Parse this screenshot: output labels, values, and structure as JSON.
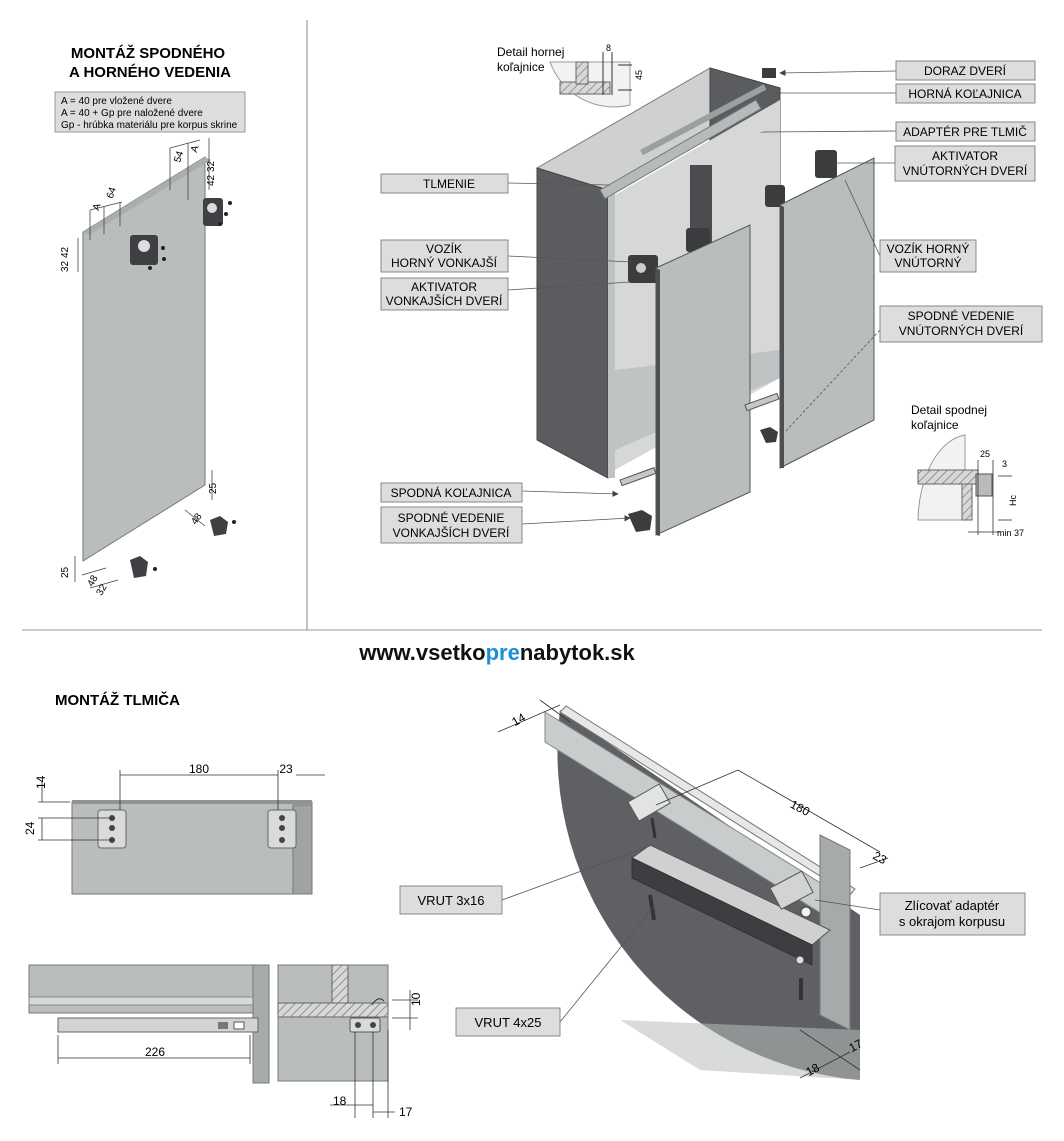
{
  "top_left": {
    "title_line1": "MONTÁŽ SPODNÉHO",
    "title_line2": "A HORNÉHO VEDENIA",
    "legend": [
      "A = 40 pre vložené dvere",
      "A = 40 + Gp pre naložené dvere",
      "Gp - hrúbka materiálu pre korpus skrine"
    ],
    "dims": {
      "d54a": "54",
      "dA1": "A",
      "d32a": "32",
      "d42a": "42",
      "dA2": "A",
      "d64": "64",
      "d42b": "42",
      "d32b": "32",
      "d25a": "25",
      "d48a": "48",
      "d25b": "25",
      "d48b": "48",
      "d32c": "32"
    }
  },
  "top_right": {
    "detail_top": [
      "Detail hornej",
      "koľajnice"
    ],
    "detail_top_dims": {
      "d8": "8",
      "d45": "45"
    },
    "detail_bottom": [
      "Detail spodnej",
      "koľajnice"
    ],
    "detail_bottom_dims": {
      "d25": "25",
      "d3": "3",
      "dHc": "Hc",
      "dmin37": "min 37"
    },
    "labels": {
      "doraz": "DORAZ DVERÍ",
      "horna": "HORNÁ KOĽAJNICA",
      "adapter": "ADAPTÉR PRE TLMIČ",
      "aktivator_vnut": [
        "AKTIVATOR",
        "VNÚTORNÝCH DVERÍ"
      ],
      "tlmenie": "TLMENIE",
      "vozik_vonk": [
        "VOZÍK",
        "HORNÝ VONKAJŠÍ"
      ],
      "aktivator_vonk": [
        "AKTIVATOR",
        "VONKAJŠÍCH DVERÍ"
      ],
      "vozik_vnut": [
        "VOZÍK HORNÝ",
        "VNÚTORNÝ"
      ],
      "spodne_vnut": [
        "SPODNÉ VEDENIE",
        "VNÚTORNÝCH DVERÍ"
      ],
      "spodna": "SPODNÁ KOĽAJNICA",
      "spodne_vonk": [
        "SPODNÉ VEDENIE",
        "VONKAJŠÍCH DVERÍ"
      ]
    }
  },
  "website": {
    "part1": "www.vsetko",
    "part2": "pre",
    "part3": "nabytok.sk"
  },
  "bottom": {
    "title": "MONTÁŽ TLMIČA",
    "dims": {
      "d14": "14",
      "d180": "180",
      "d23": "23",
      "d24": "24",
      "d226": "226",
      "d10": "10",
      "d18": "18",
      "d17": "17",
      "iso14": "14",
      "iso180": "180",
      "iso23": "23",
      "iso18": "18",
      "iso17": "17"
    },
    "labels": {
      "vrut316": "VRUT 3x16",
      "vrut425": "VRUT 4x25",
      "zlicovat": [
        "Zlícovať adaptér",
        "s okrajom korpusu"
      ]
    }
  },
  "colors": {
    "panel": "#b9bebd",
    "dark": "#4d4f52",
    "label_bg": "#dddddd",
    "brand_blue": "#1a8fd6",
    "line": "#555555"
  }
}
